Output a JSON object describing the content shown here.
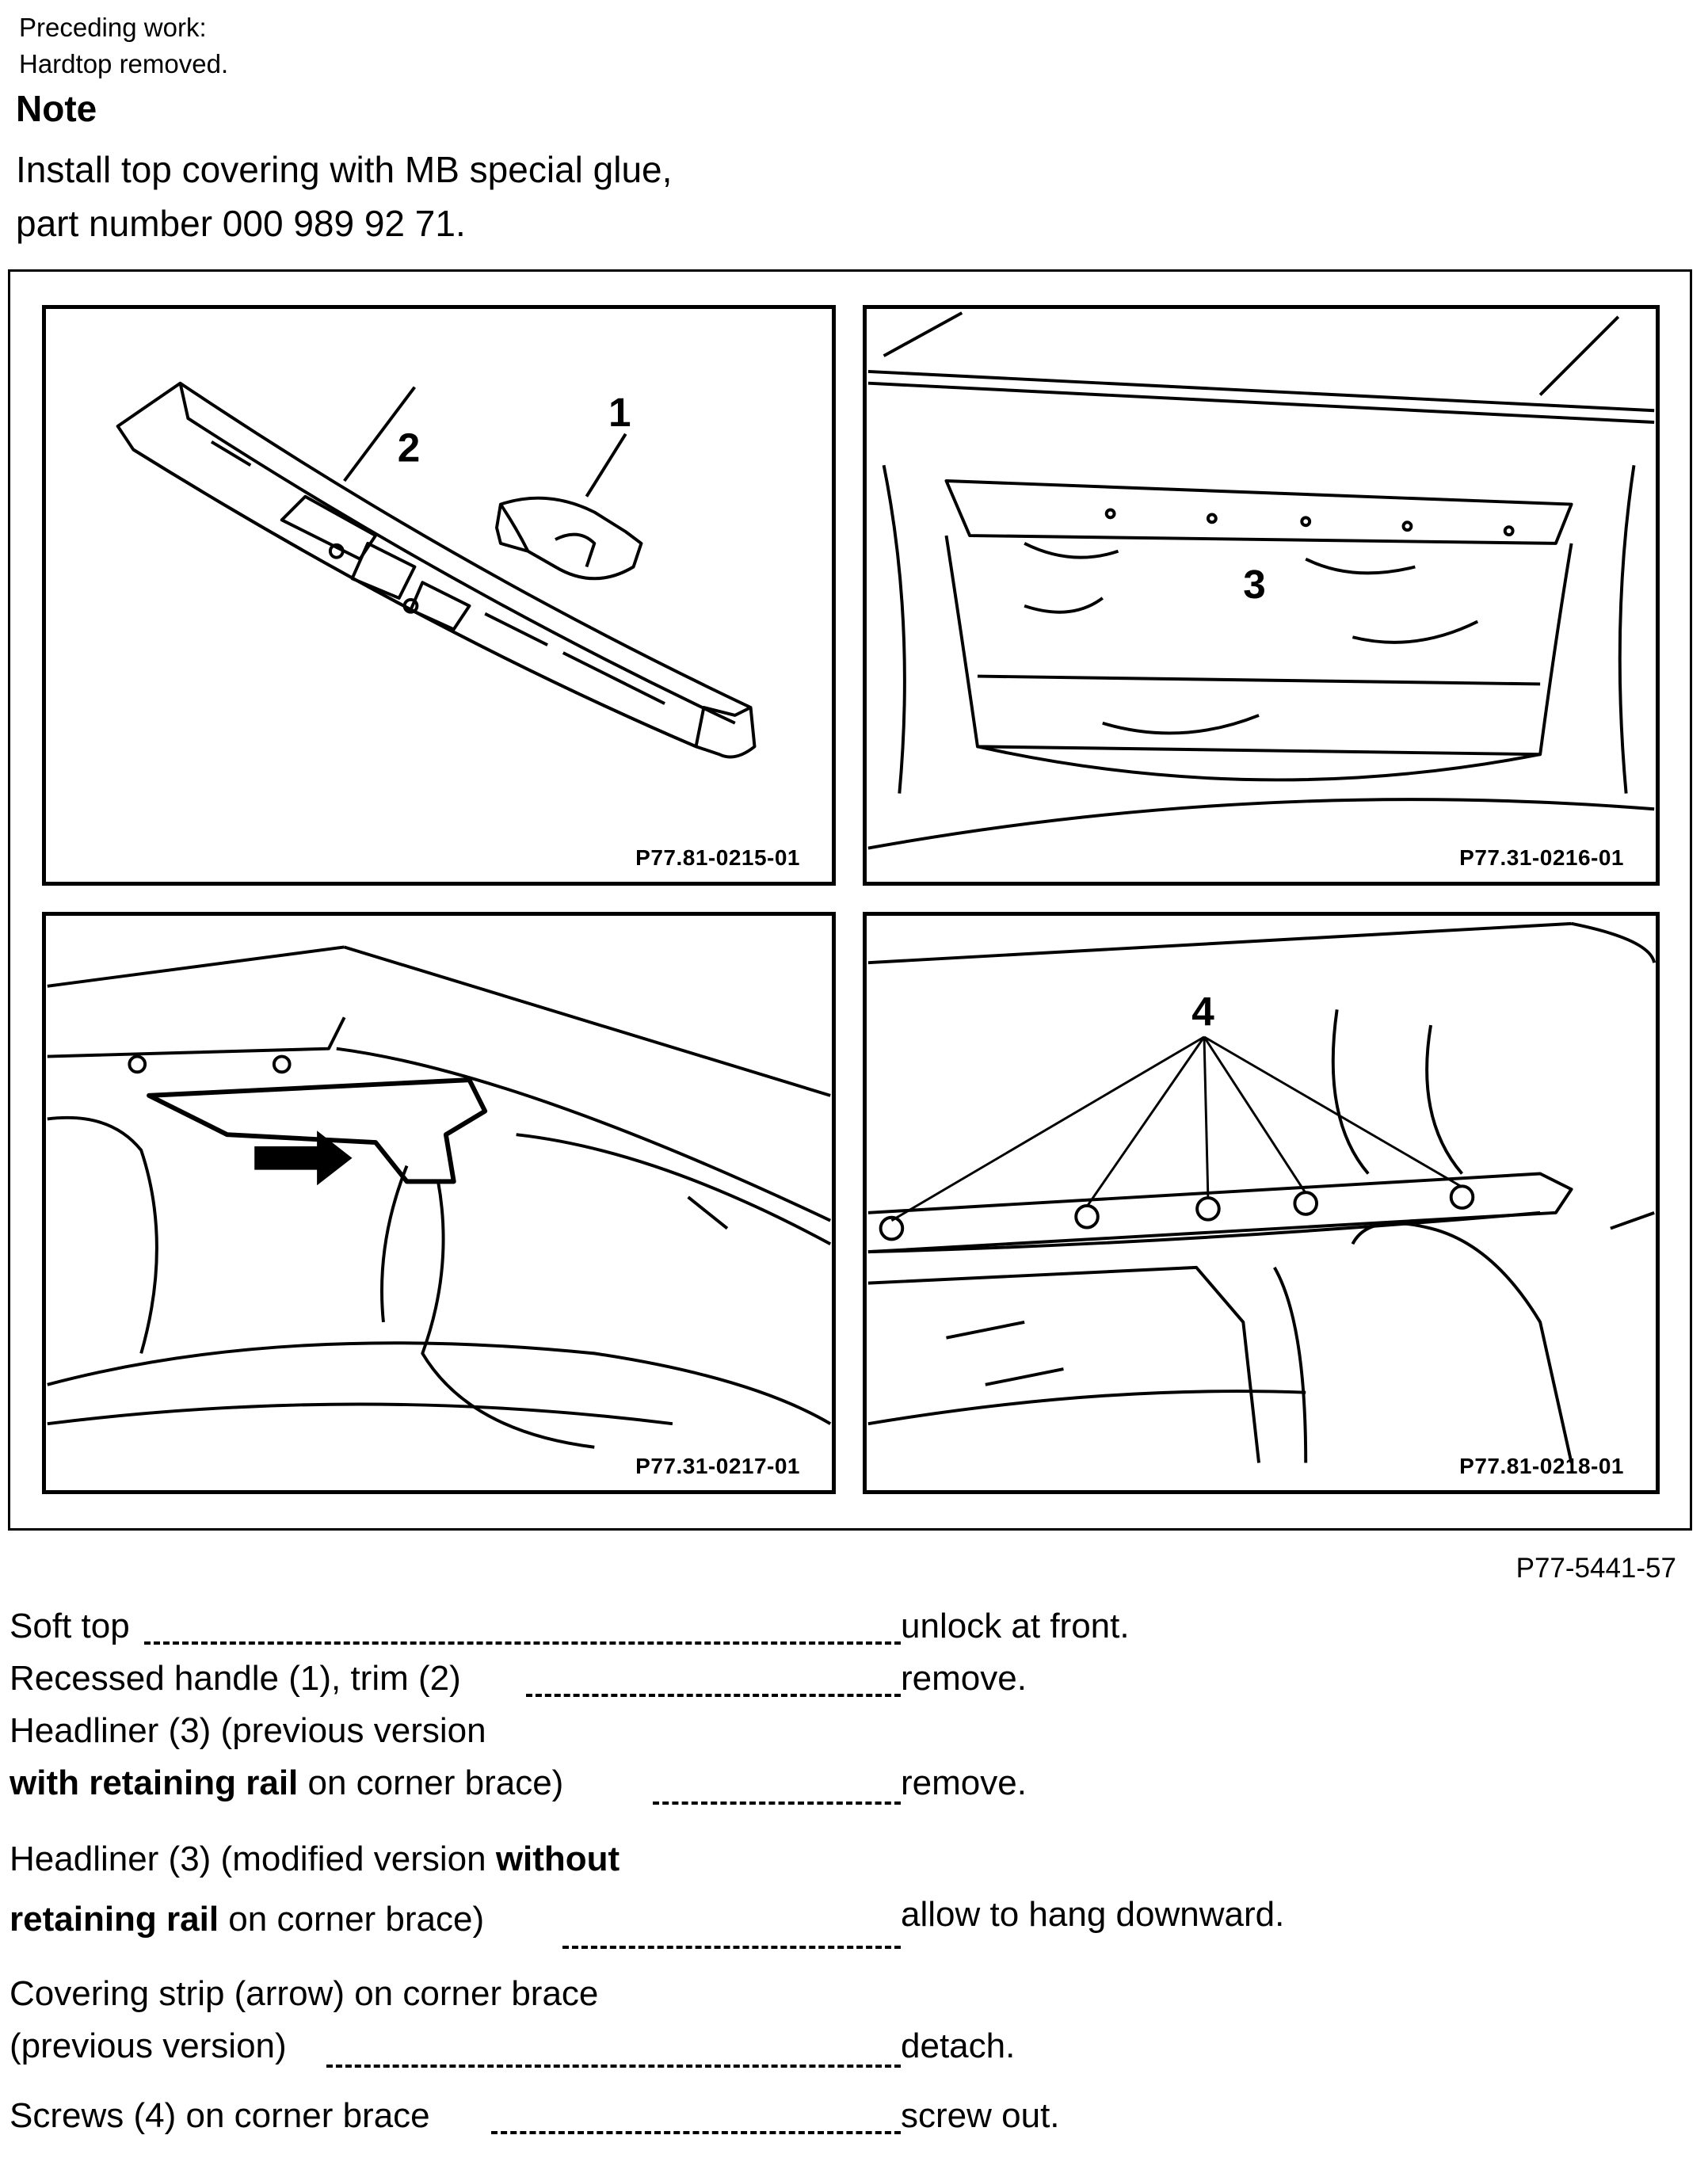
{
  "preceding": {
    "line1": "Preceding work:",
    "line2": "Hardtop removed."
  },
  "note": {
    "title": "Note",
    "line1": "Install top covering with MB special glue,",
    "line2": "part number 000 989 92 71."
  },
  "panels": [
    {
      "ref": "P77.81-0215-01",
      "callouts": [
        "2",
        "1"
      ]
    },
    {
      "ref": "P77.31-0216-01",
      "callouts": [
        "3"
      ]
    },
    {
      "ref": "P77.31-0217-01",
      "callouts": []
    },
    {
      "ref": "P77.81-0218-01",
      "callouts": [
        "4"
      ]
    }
  ],
  "figure_ref": "P77-5441-57",
  "steps": [
    {
      "text": "Soft top",
      "action": "unlock at front."
    },
    {
      "text": "Recessed handle (1), trim (2)",
      "action": "remove."
    },
    {
      "line1": "Headliner (3) (previous version",
      "bold": "with retaining rail",
      "rest": " on corner brace)",
      "action": "remove."
    },
    {
      "line1_pre": "Headliner (3) (modified version ",
      "line1_bold": "without",
      "bold": "retaining rail",
      "rest": " on corner brace)",
      "action": "allow to hang downward."
    },
    {
      "line1": "Covering strip (arrow) on corner brace",
      "text": "(previous version)",
      "action": "detach."
    },
    {
      "text": "Screws (4) on corner brace",
      "action": "screw out."
    }
  ]
}
